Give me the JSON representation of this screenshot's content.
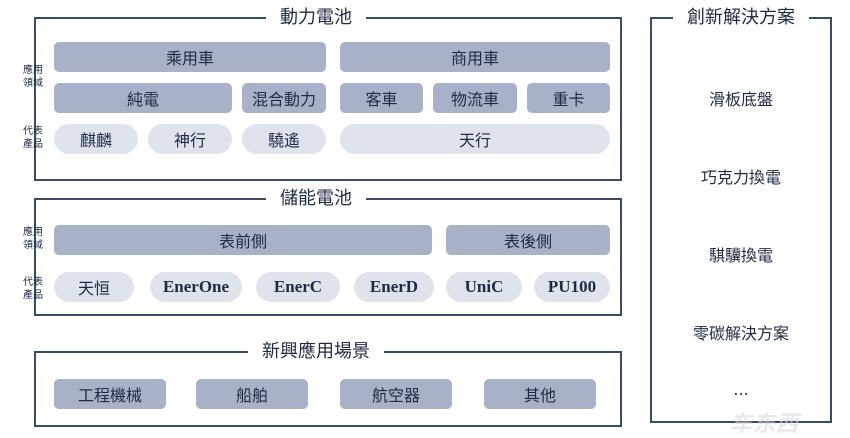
{
  "power_battery": {
    "title": "動力電池",
    "label_application": "應用\n領域",
    "label_products": "代表\n產品",
    "passenger_car": "乘用車",
    "commercial_car": "商用車",
    "pure_electric": "純電",
    "hybrid": "混合動力",
    "bus": "客車",
    "logistics": "物流車",
    "heavy_truck": "重卡",
    "products": [
      "麒麟",
      "神行",
      "驍遙",
      "天行"
    ]
  },
  "storage_battery": {
    "title": "儲能電池",
    "label_application": "應用\n領域",
    "label_products": "代表\n產品",
    "front_of_meter": "表前側",
    "behind_meter": "表後側",
    "products": [
      "天恒",
      "EnerOne",
      "EnerC",
      "EnerD",
      "UniC",
      "PU100"
    ]
  },
  "emerging": {
    "title": "新興應用場景",
    "items": [
      "工程機械",
      "船舶",
      "航空器",
      "其他"
    ]
  },
  "solutions": {
    "title": "創新解決方案",
    "items": [
      "滑板底盤",
      "巧克力換電",
      "騏驥換電",
      "零碳解決方案",
      "..."
    ]
  },
  "watermark": "车东西"
}
